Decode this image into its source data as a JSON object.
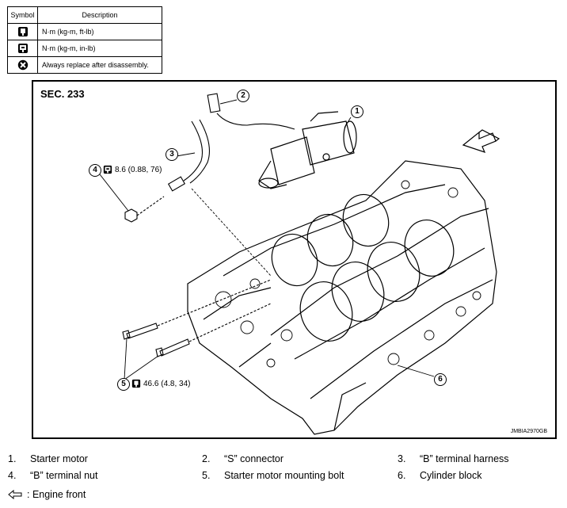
{
  "symbol_table": {
    "headers": {
      "symbol": "Symbol",
      "description": "Description"
    },
    "rows": [
      {
        "icon": "torque-ft-lb-icon",
        "description": "N·m (kg-m, ft-lb)"
      },
      {
        "icon": "torque-in-lb-icon",
        "description": "N·m (kg-m, in-lb)"
      },
      {
        "icon": "replace-part-icon",
        "description": "Always replace after disassembly."
      }
    ]
  },
  "figure": {
    "section": "SEC. 233",
    "code": "JMBIA2970GB",
    "callouts": [
      "1",
      "2",
      "3",
      "4",
      "5",
      "6"
    ],
    "torque_4": "8.6 (0.88, 76)",
    "torque_5": "46.6 (4.8, 34)"
  },
  "legend": [
    {
      "num": "1.",
      "label": "Starter motor"
    },
    {
      "num": "2.",
      "label": "“S” connector"
    },
    {
      "num": "3.",
      "label": "“B” terminal harness"
    },
    {
      "num": "4.",
      "label": "“B” terminal nut"
    },
    {
      "num": "5.",
      "label": "Starter motor mounting bolt"
    },
    {
      "num": "6.",
      "label": "Cylinder block"
    }
  ],
  "front_note": ": Engine front"
}
